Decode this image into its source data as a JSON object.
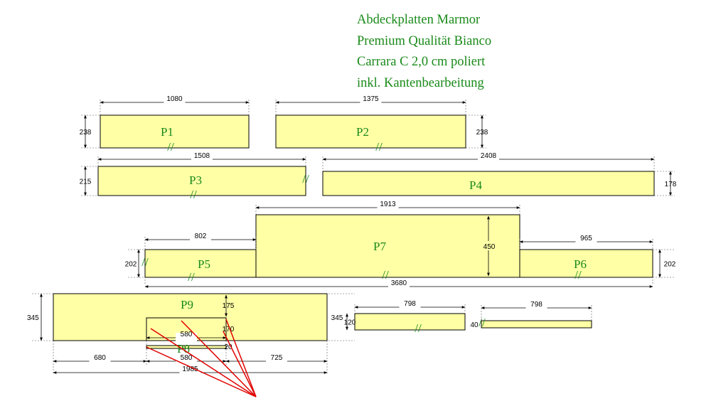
{
  "title_lines": [
    "Abdeckplatten Marmor",
    "Premium Qualität Bianco",
    "Carrara C 2,0 cm poliert",
    "inkl. Kantenbearbeitung"
  ],
  "colors": {
    "panel_fill": "#ffffa6",
    "label": "#1a8a1a",
    "annotation": "#e00000"
  },
  "panels": [
    {
      "label": "P1",
      "width": "1080",
      "depth": "238"
    },
    {
      "label": "P2",
      "width": "1375",
      "depth": "238"
    },
    {
      "label": "P3",
      "width": "1508",
      "depth": "215"
    },
    {
      "label": "P4",
      "width": "2408",
      "depth": "178"
    },
    {
      "label": "P5",
      "width": "802",
      "depth": "202"
    },
    {
      "label": "P6",
      "width": "965",
      "depth": "202"
    },
    {
      "label": "P7",
      "width": "1913",
      "depth": "450"
    },
    {
      "label": "P8",
      "width": "580",
      "depth": "20"
    },
    {
      "label": "P9",
      "width": "1985",
      "depth": "345"
    },
    {
      "label": "",
      "width": "798",
      "depth": "120",
      "extra": "345"
    },
    {
      "label": "",
      "width": "798",
      "depth": "40"
    }
  ],
  "group_total": "3680",
  "p9_dims": {
    "left": "680",
    "cutout": "580",
    "cutout_inner": "580",
    "right": "725",
    "total": "1985",
    "cutout_depth": "175",
    "cutout_height": "170",
    "strip_depth": "20"
  },
  "edge_mark": "//"
}
